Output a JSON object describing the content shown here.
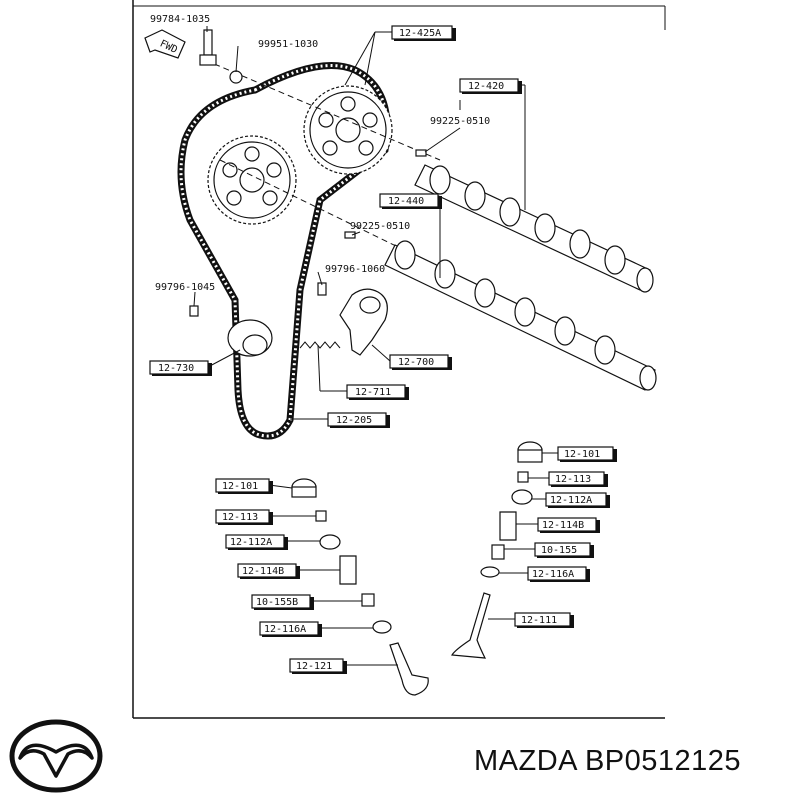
{
  "brand": {
    "name": "MAZDA",
    "part_number": "BP0512125"
  },
  "fwd_label": "FWD",
  "top_labels": {
    "bolt_1": "99784-1035",
    "washer": "99951-1030",
    "pin_1": "99225-0510",
    "pin_2": "99225-0510",
    "bolt_2": "99796-1045",
    "bolt_3": "99796-1060"
  },
  "boxed_labels": {
    "pulley": "12-425A",
    "exhaust_camshaft": "12-420",
    "intake_camshaft": "12-440",
    "idler": "12-730",
    "tensioner": "12-700",
    "tensioner_spring": "12-711",
    "timing_belt": "12-205"
  },
  "left_valve_labels": [
    "12-101",
    "12-113",
    "12-112A",
    "12-114B",
    "10-155B",
    "12-116A",
    "12-121"
  ],
  "right_valve_labels": [
    "12-101",
    "12-113",
    "12-112A",
    "12-114B",
    "10-155",
    "12-116A",
    "12-111"
  ]
}
